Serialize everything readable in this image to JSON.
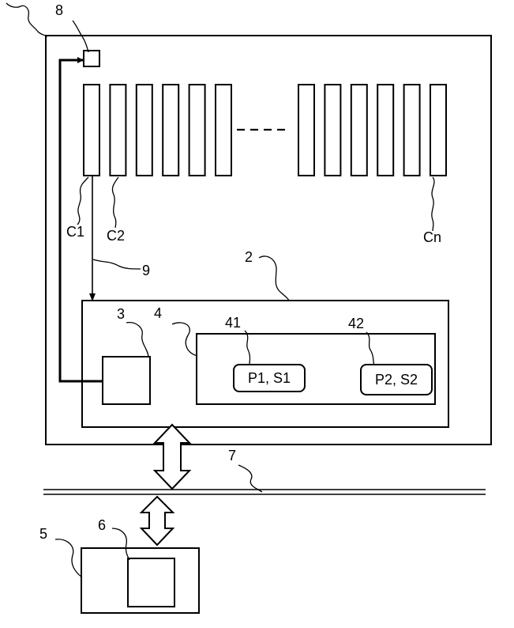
{
  "labels": {
    "device": "8",
    "system": "2",
    "cell_first": "C1",
    "cell_second": "C2",
    "cell_last": "Cn",
    "link": "9",
    "unit": "3",
    "module": "4",
    "sub_first": "41",
    "sub_second": "42",
    "bus": "7",
    "terminal": "5",
    "terminal_inner": "6"
  },
  "module_items": [
    {
      "text": "P1, S1"
    },
    {
      "text": "P2, S2"
    }
  ],
  "cells": {
    "left_group_count": 6,
    "right_group_count": 6
  }
}
